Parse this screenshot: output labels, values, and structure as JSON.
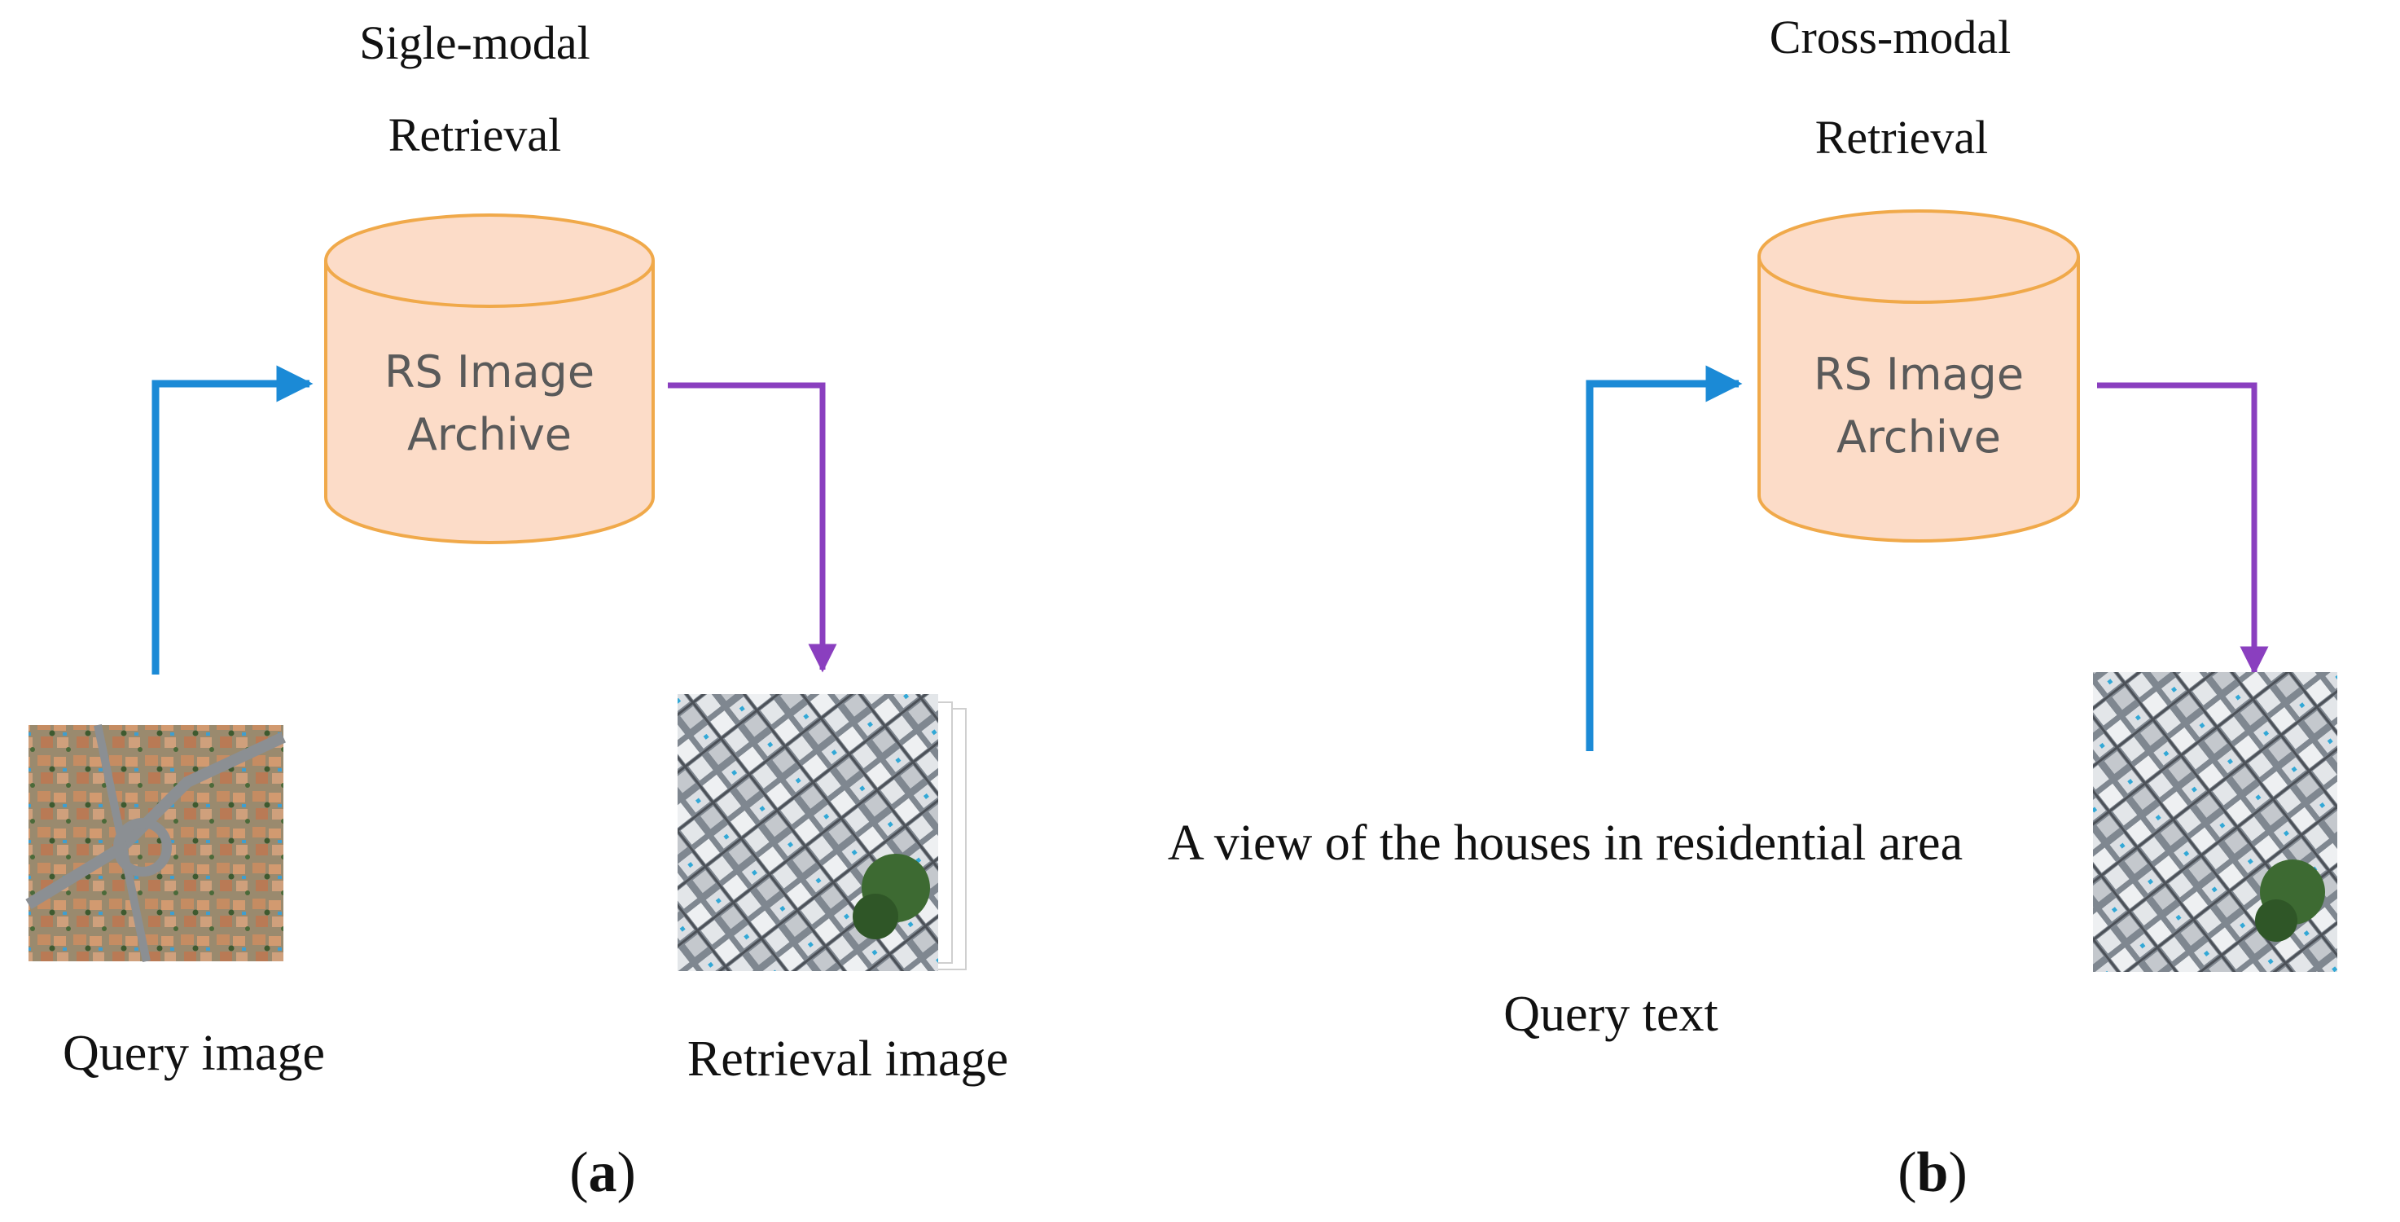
{
  "colors": {
    "query_arrow": "#1b8ad6",
    "result_arrow": "#8a3fbf",
    "cylinder_fill": "#fcdcc8",
    "cylinder_stroke": "#f0a94a",
    "text": "#111111",
    "cylinder_text": "#5a5a5a"
  },
  "panel_a": {
    "title_line1": "Sigle-modal",
    "title_line2": "Retrieval",
    "archive_line1": "RS Image",
    "archive_line2": "Archive",
    "query_label": "Query image",
    "result_label": "Retrieval image",
    "panel_letter": "a",
    "query_thumbnail": "aerial-residential-image",
    "result_thumbnail": "aerial-rooftops-image-stack"
  },
  "panel_b": {
    "title_line1": "Cross-modal",
    "title_line2": "Retrieval",
    "archive_line1": "RS Image",
    "archive_line2": "Archive",
    "query_text": "A view of the houses in residential area",
    "query_label": "Query text",
    "panel_letter": "b",
    "result_thumbnail": "aerial-rooftops-image-stack"
  }
}
